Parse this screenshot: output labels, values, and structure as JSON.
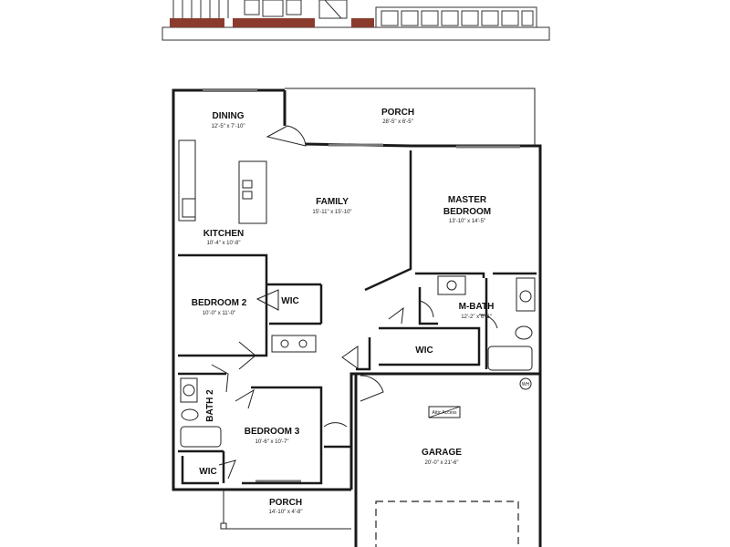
{
  "rooms": {
    "dining": {
      "name": "DINING",
      "dims": "12'-5\" x 7'-10\""
    },
    "porch_top": {
      "name": "PORCH",
      "dims": "28'-5\" x 6'-5\""
    },
    "family": {
      "name": "FAMILY",
      "dims": "15'-11\" x 15'-10\""
    },
    "master": {
      "name_line1": "MASTER",
      "name_line2": "BEDROOM",
      "dims": "13'-10\" x 14'-5\""
    },
    "kitchen": {
      "name": "KITCHEN",
      "dims": "10'-4\" x 10'-8\""
    },
    "bedroom2": {
      "name": "BEDROOM 2",
      "dims": "10'-0\" x 11'-0\""
    },
    "wic1": {
      "name": "WIC"
    },
    "mbath": {
      "name": "M-BATH",
      "dims": "12'-2\" x 6'-6\""
    },
    "wic2": {
      "name": "WIC"
    },
    "bath2": {
      "name": "BATH 2"
    },
    "bedroom3": {
      "name": "BEDROOM 3",
      "dims": "10'-6\" x 10'-7\""
    },
    "garage": {
      "name": "GARAGE",
      "dims": "20'-0\" x 21'-6\""
    },
    "wic3": {
      "name": "WIC"
    },
    "porch_bottom": {
      "name": "PORCH",
      "dims": "14'-10\" x 4'-8\""
    }
  },
  "labels": {
    "attic_access": "Attic Access",
    "water_heater": "WH"
  }
}
